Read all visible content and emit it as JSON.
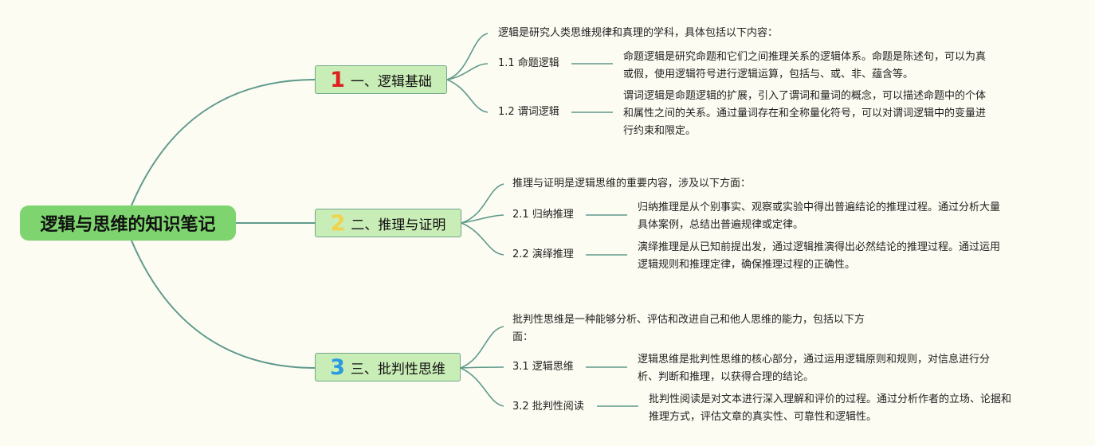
{
  "root": {
    "title": "逻辑与思维的知识笔记"
  },
  "colors": {
    "num1": "#e02020",
    "num2": "#f1d24b",
    "num3": "#2a9ae0"
  },
  "branches": [
    {
      "number": "1",
      "title": "一、逻辑基础",
      "intro": "逻辑是研究人类思维规律和真理的学科，具体包括以下内容：",
      "leaves": [
        {
          "label": "1.1 命题逻辑",
          "desc": [
            "命题逻辑是研究命题和它们之间推理关系的逻辑体系。命题是陈述句，可以为真",
            "或假，使用逻辑符号进行逻辑运算，包括与、或、非、蕴含等。"
          ]
        },
        {
          "label": "1.2 谓词逻辑",
          "desc": [
            "谓词逻辑是命题逻辑的扩展，引入了谓词和量词的概念，可以描述命题中的个体",
            "和属性之间的关系。通过量词存在和全称量化符号，可以对谓词逻辑中的变量进",
            "行约束和限定。"
          ]
        }
      ]
    },
    {
      "number": "2",
      "title": "二、推理与证明",
      "intro": "推理与证明是逻辑思维的重要内容，涉及以下方面：",
      "leaves": [
        {
          "label": "2.1 归纳推理",
          "desc": [
            "归纳推理是从个别事实、观察或实验中得出普遍结论的推理过程。通过分析大量",
            "具体案例，总结出普遍规律或定律。"
          ]
        },
        {
          "label": "2.2 演绎推理",
          "desc": [
            "演绎推理是从已知前提出发，通过逻辑推演得出必然结论的推理过程。通过运用",
            "逻辑规则和推理定律，确保推理过程的正确性。"
          ]
        }
      ]
    },
    {
      "number": "3",
      "title": "三、批判性思维",
      "intro": [
        "批判性思维是一种能够分析、评估和改进自己和他人思维的能力，包括以下方",
        "面："
      ],
      "leaves": [
        {
          "label": "3.1 逻辑思维",
          "desc": [
            "逻辑思维是批判性思维的核心部分，通过运用逻辑原则和规则，对信息进行分",
            "析、判断和推理，以获得合理的结论。"
          ]
        },
        {
          "label": "3.2 批判性阅读",
          "desc": [
            "批判性阅读是对文本进行深入理解和评价的过程。通过分析作者的立场、论据和",
            "推理方式，评估文章的真实性、可靠性和逻辑性。"
          ]
        }
      ]
    }
  ]
}
